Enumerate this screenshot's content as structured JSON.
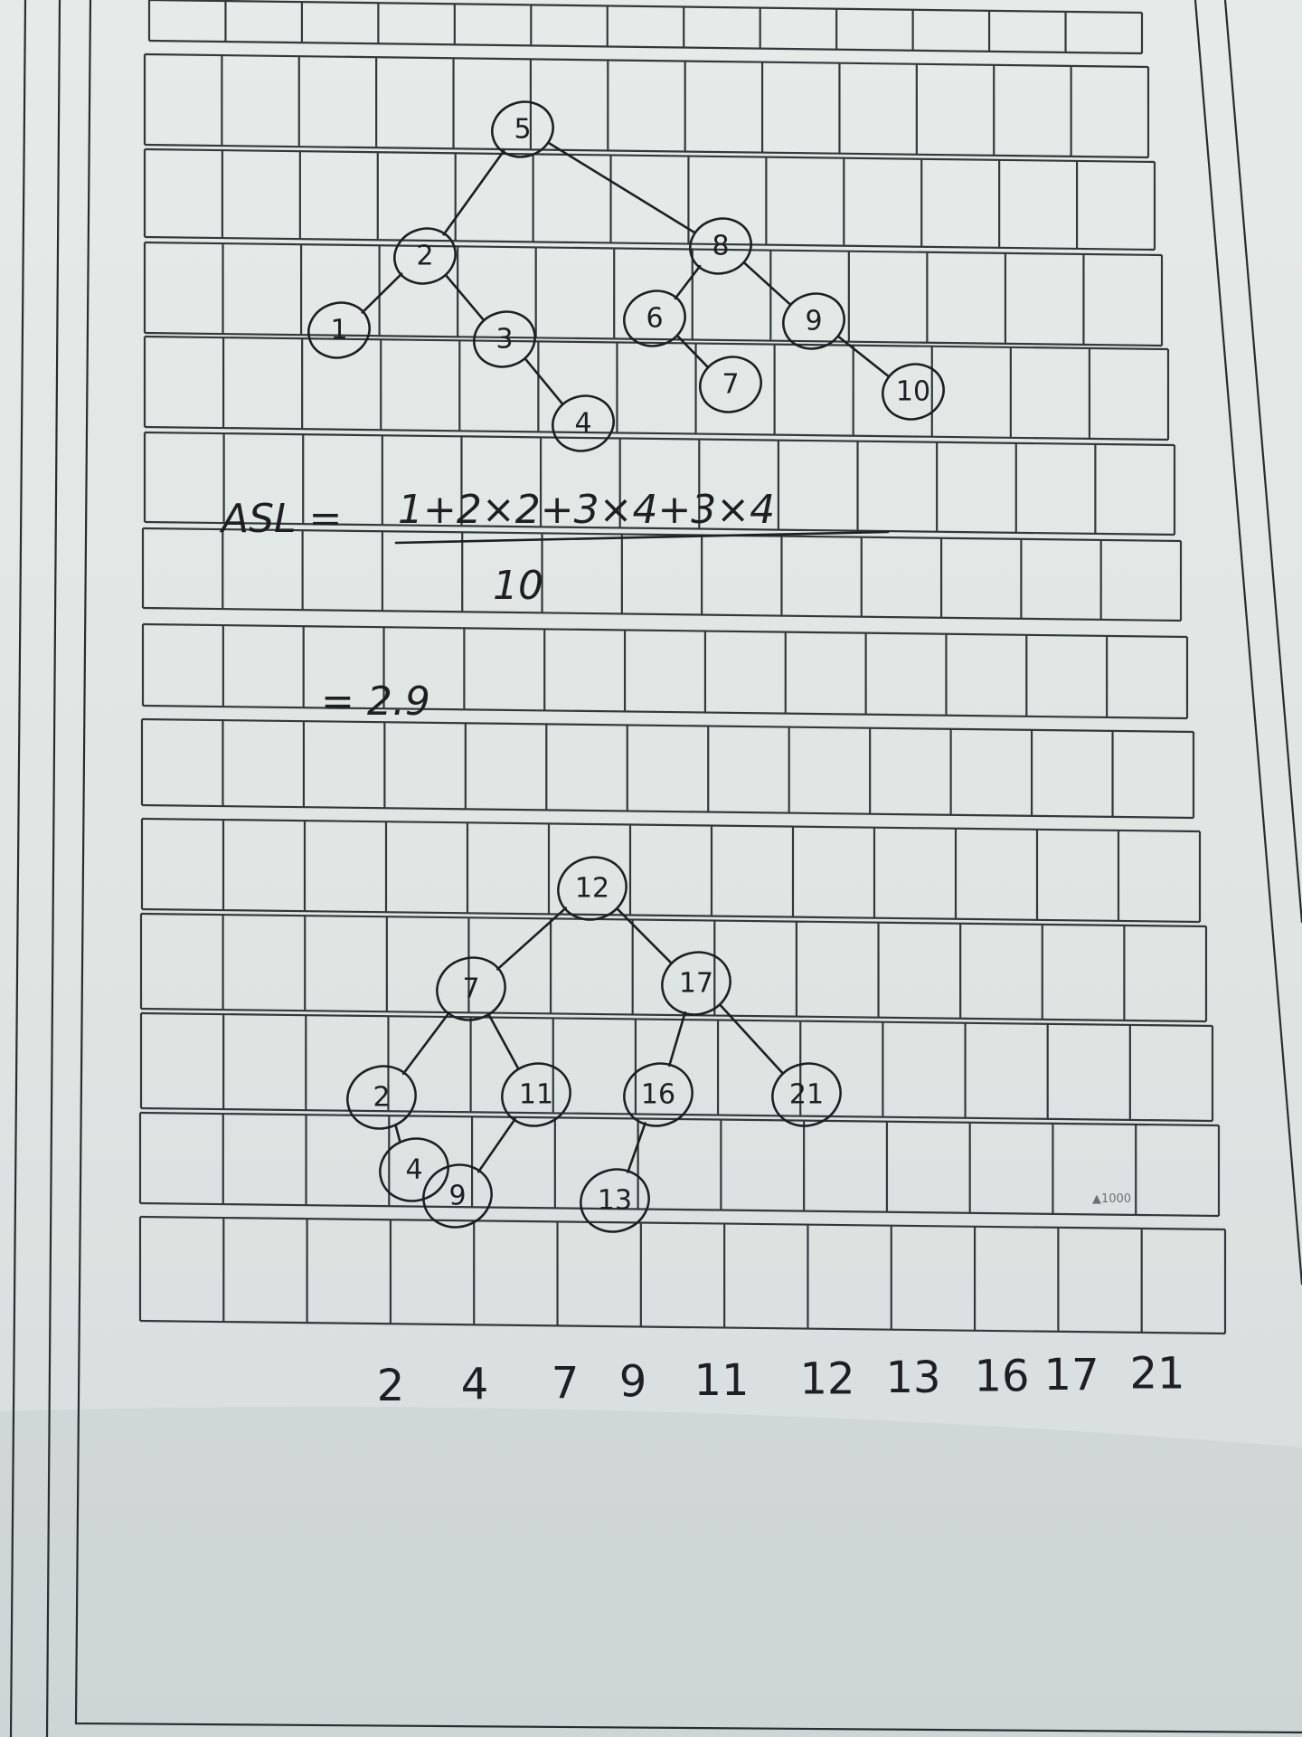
{
  "tree1": {
    "nodes": [
      {
        "id": "n5",
        "label": "5"
      },
      {
        "id": "n2",
        "label": "2"
      },
      {
        "id": "n8",
        "label": "8"
      },
      {
        "id": "n1",
        "label": "1"
      },
      {
        "id": "n3",
        "label": "3"
      },
      {
        "id": "n4",
        "label": "4"
      },
      {
        "id": "n6",
        "label": "6"
      },
      {
        "id": "n9",
        "label": "9"
      },
      {
        "id": "n7",
        "label": "7"
      },
      {
        "id": "n10",
        "label": "10"
      }
    ],
    "edges": [
      [
        "n5",
        "n2"
      ],
      [
        "n5",
        "n8"
      ],
      [
        "n2",
        "n1"
      ],
      [
        "n2",
        "n3"
      ],
      [
        "n3",
        "n4"
      ],
      [
        "n8",
        "n6"
      ],
      [
        "n8",
        "n9"
      ],
      [
        "n6",
        "n7"
      ],
      [
        "n9",
        "n10"
      ]
    ]
  },
  "formula": {
    "lhs": "ASL =",
    "numerator": "1+2×2+3×4+3×4",
    "denominator": "10",
    "result": "= 2.9"
  },
  "tree2": {
    "nodes": [
      {
        "id": "m12",
        "label": "12"
      },
      {
        "id": "m7",
        "label": "7"
      },
      {
        "id": "m17",
        "label": "17"
      },
      {
        "id": "m2",
        "label": "2"
      },
      {
        "id": "m11",
        "label": "11"
      },
      {
        "id": "m16",
        "label": "16"
      },
      {
        "id": "m21",
        "label": "21"
      },
      {
        "id": "m4",
        "label": "4"
      },
      {
        "id": "m9",
        "label": "9"
      },
      {
        "id": "m13",
        "label": "13"
      }
    ],
    "edges": [
      [
        "m12",
        "m7"
      ],
      [
        "m12",
        "m17"
      ],
      [
        "m7",
        "m2"
      ],
      [
        "m7",
        "m11"
      ],
      [
        "m2",
        "m4"
      ],
      [
        "m11",
        "m9"
      ],
      [
        "m17",
        "m16"
      ],
      [
        "m17",
        "m21"
      ],
      [
        "m16",
        "m13"
      ]
    ]
  },
  "sequence": [
    "2",
    "4",
    "7",
    "9",
    "11",
    "12",
    "13",
    "16",
    "17",
    "21"
  ],
  "stamp": "▲1000"
}
